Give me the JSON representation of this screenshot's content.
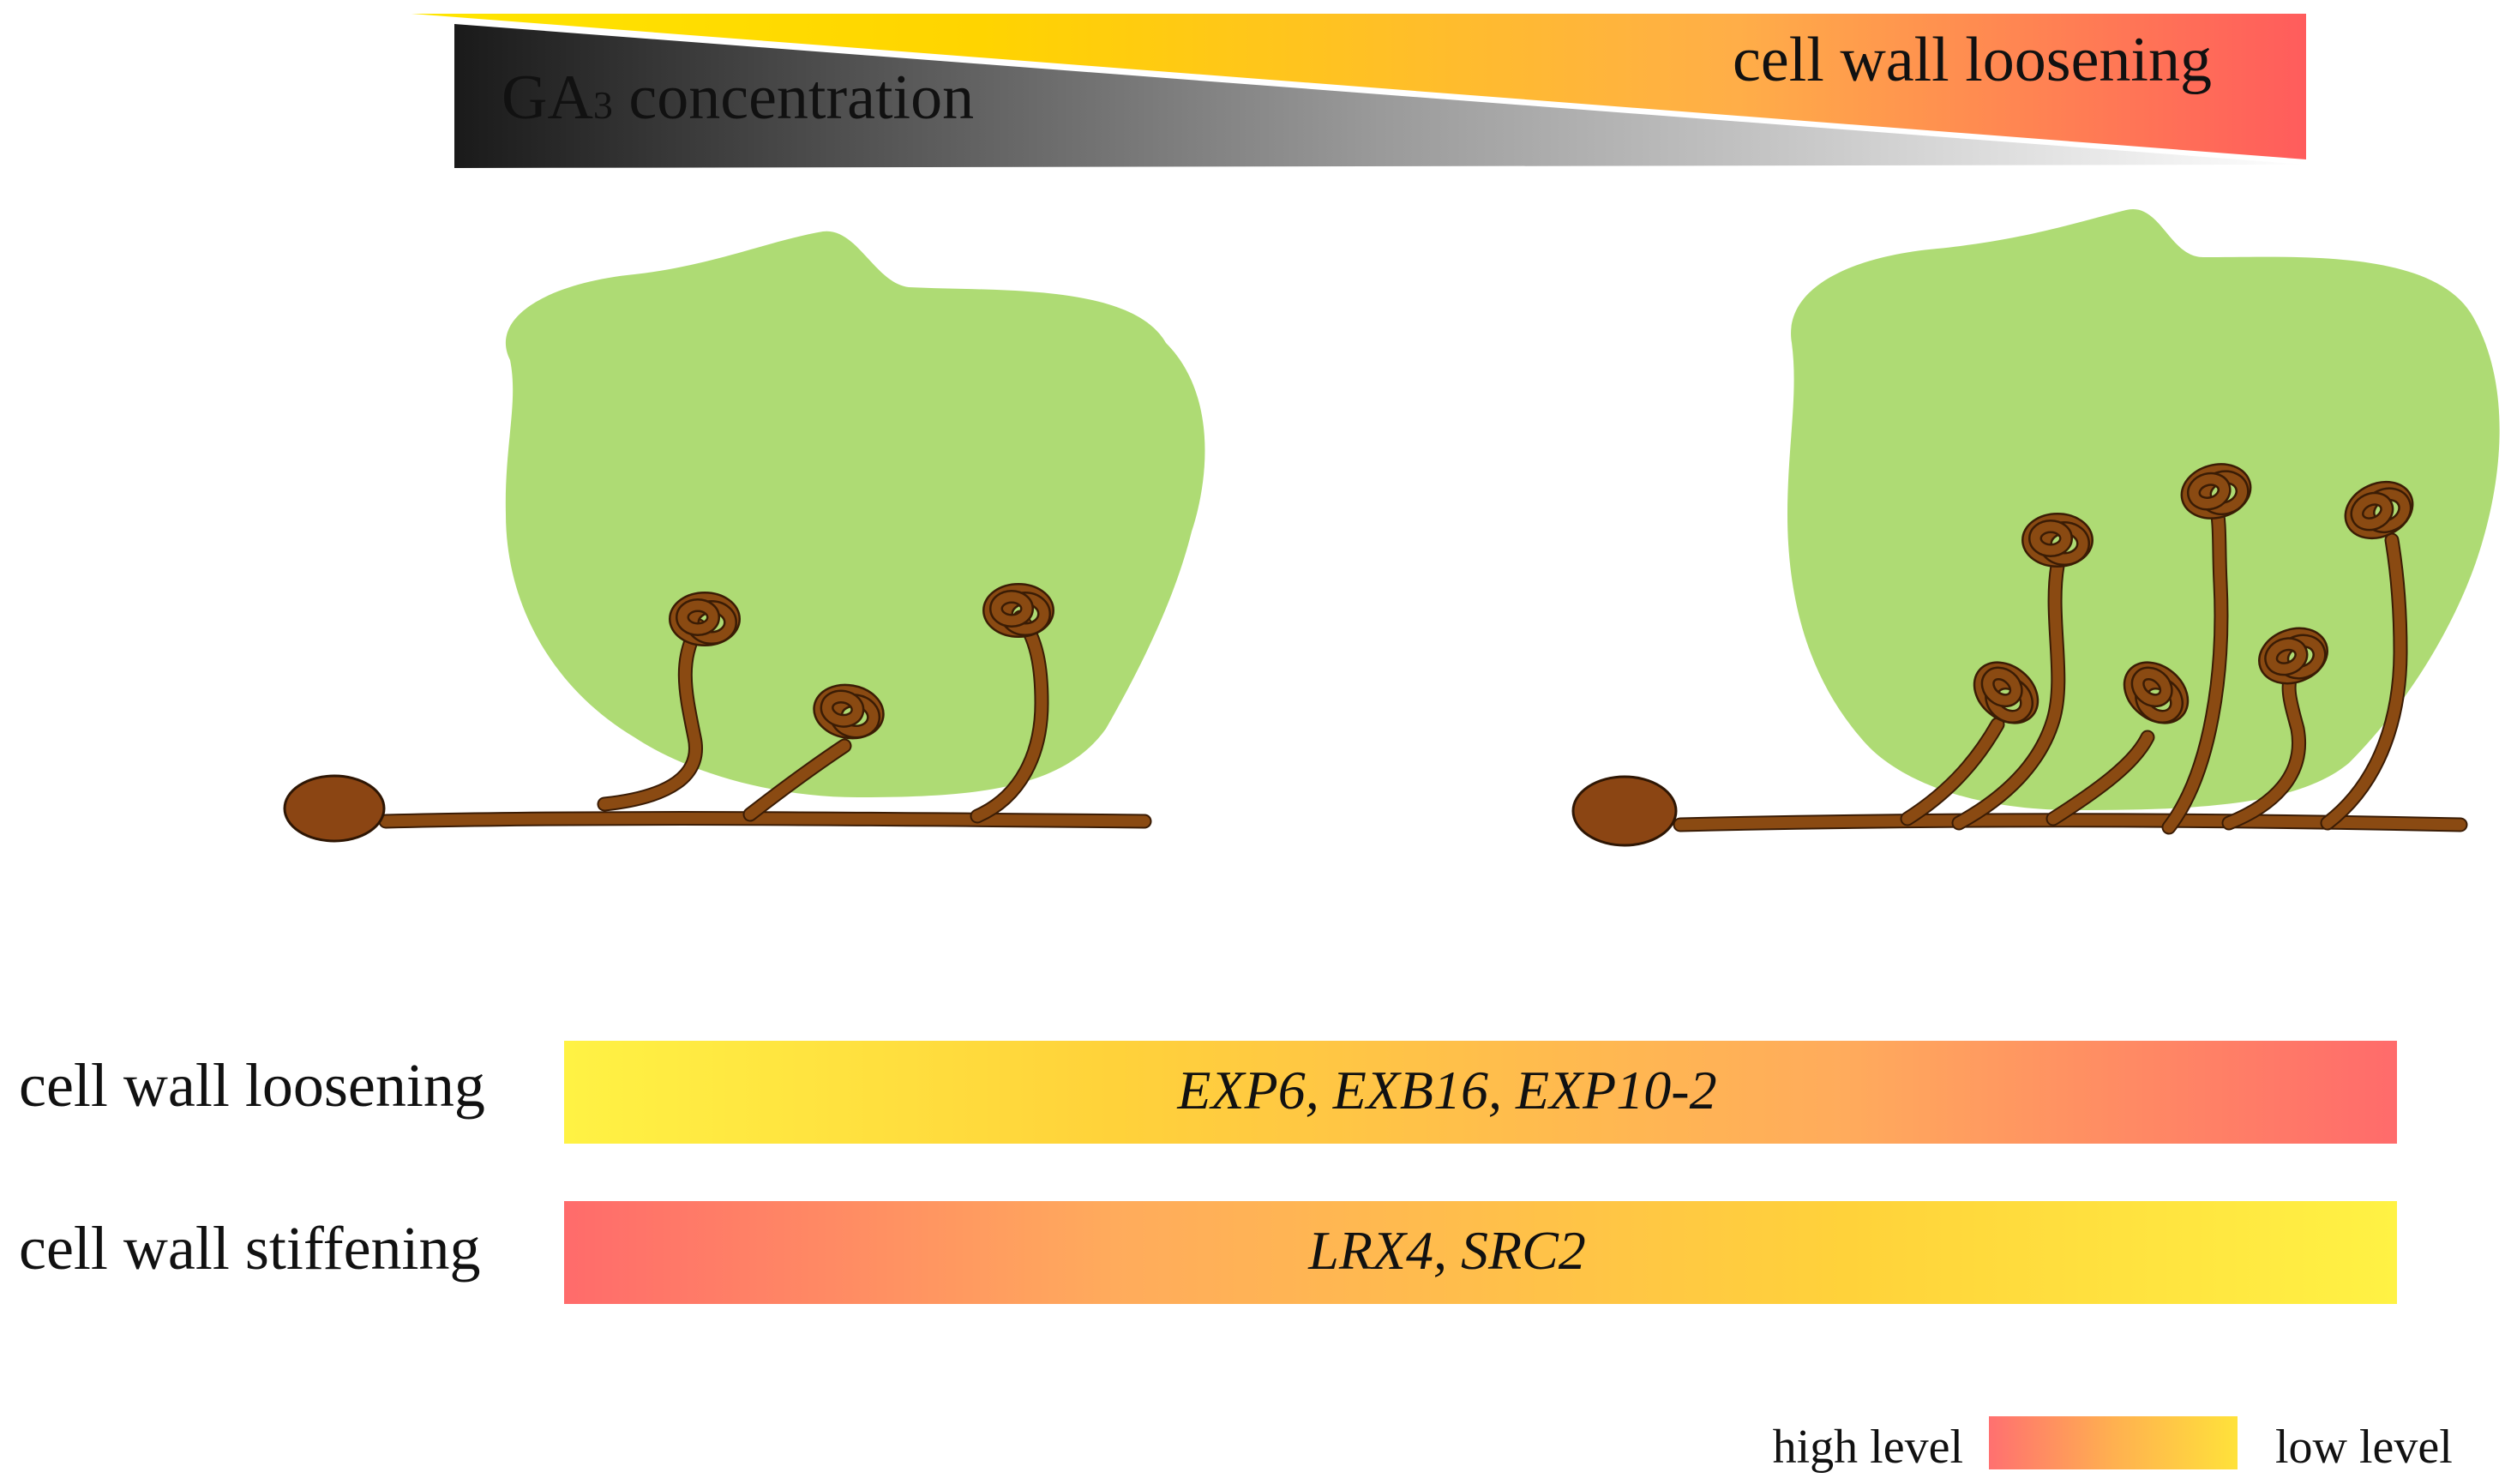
{
  "top_gradient": {
    "ga_label_main": "GA",
    "ga_label_sub": "3",
    "ga_label_rest": " concentration",
    "loosening_label": "cell wall loosening",
    "colors": {
      "ga_dark": "#1a1a1a",
      "ga_light": "#ffffff",
      "loosen_yellow": "#ffd700",
      "loosen_orange": "#ffad4a",
      "loosen_red": "#ff5c5c"
    }
  },
  "plants": {
    "leaf_color": "#aedb74",
    "stem_color": "#8a4a12",
    "seed_color": "#8b4513",
    "left_tendrils": 3,
    "right_tendrils": 6
  },
  "rows": [
    {
      "label": "cell wall loosening",
      "genes": "EXP6, EXB16, EXP10-2",
      "gradient": [
        "#fff244",
        "#ffd23a",
        "#ffab5c",
        "#ff6b6b"
      ]
    },
    {
      "label": "cell wall stiffening",
      "genes": "LRX4, SRC2",
      "gradient": [
        "#ff6b6b",
        "#ffab5c",
        "#ffd23a",
        "#fff244"
      ]
    }
  ],
  "legend": {
    "high_label": "high level",
    "low_label": "low level",
    "gradient": [
      "#ff7070",
      "#ffb050",
      "#ffe23a"
    ]
  }
}
